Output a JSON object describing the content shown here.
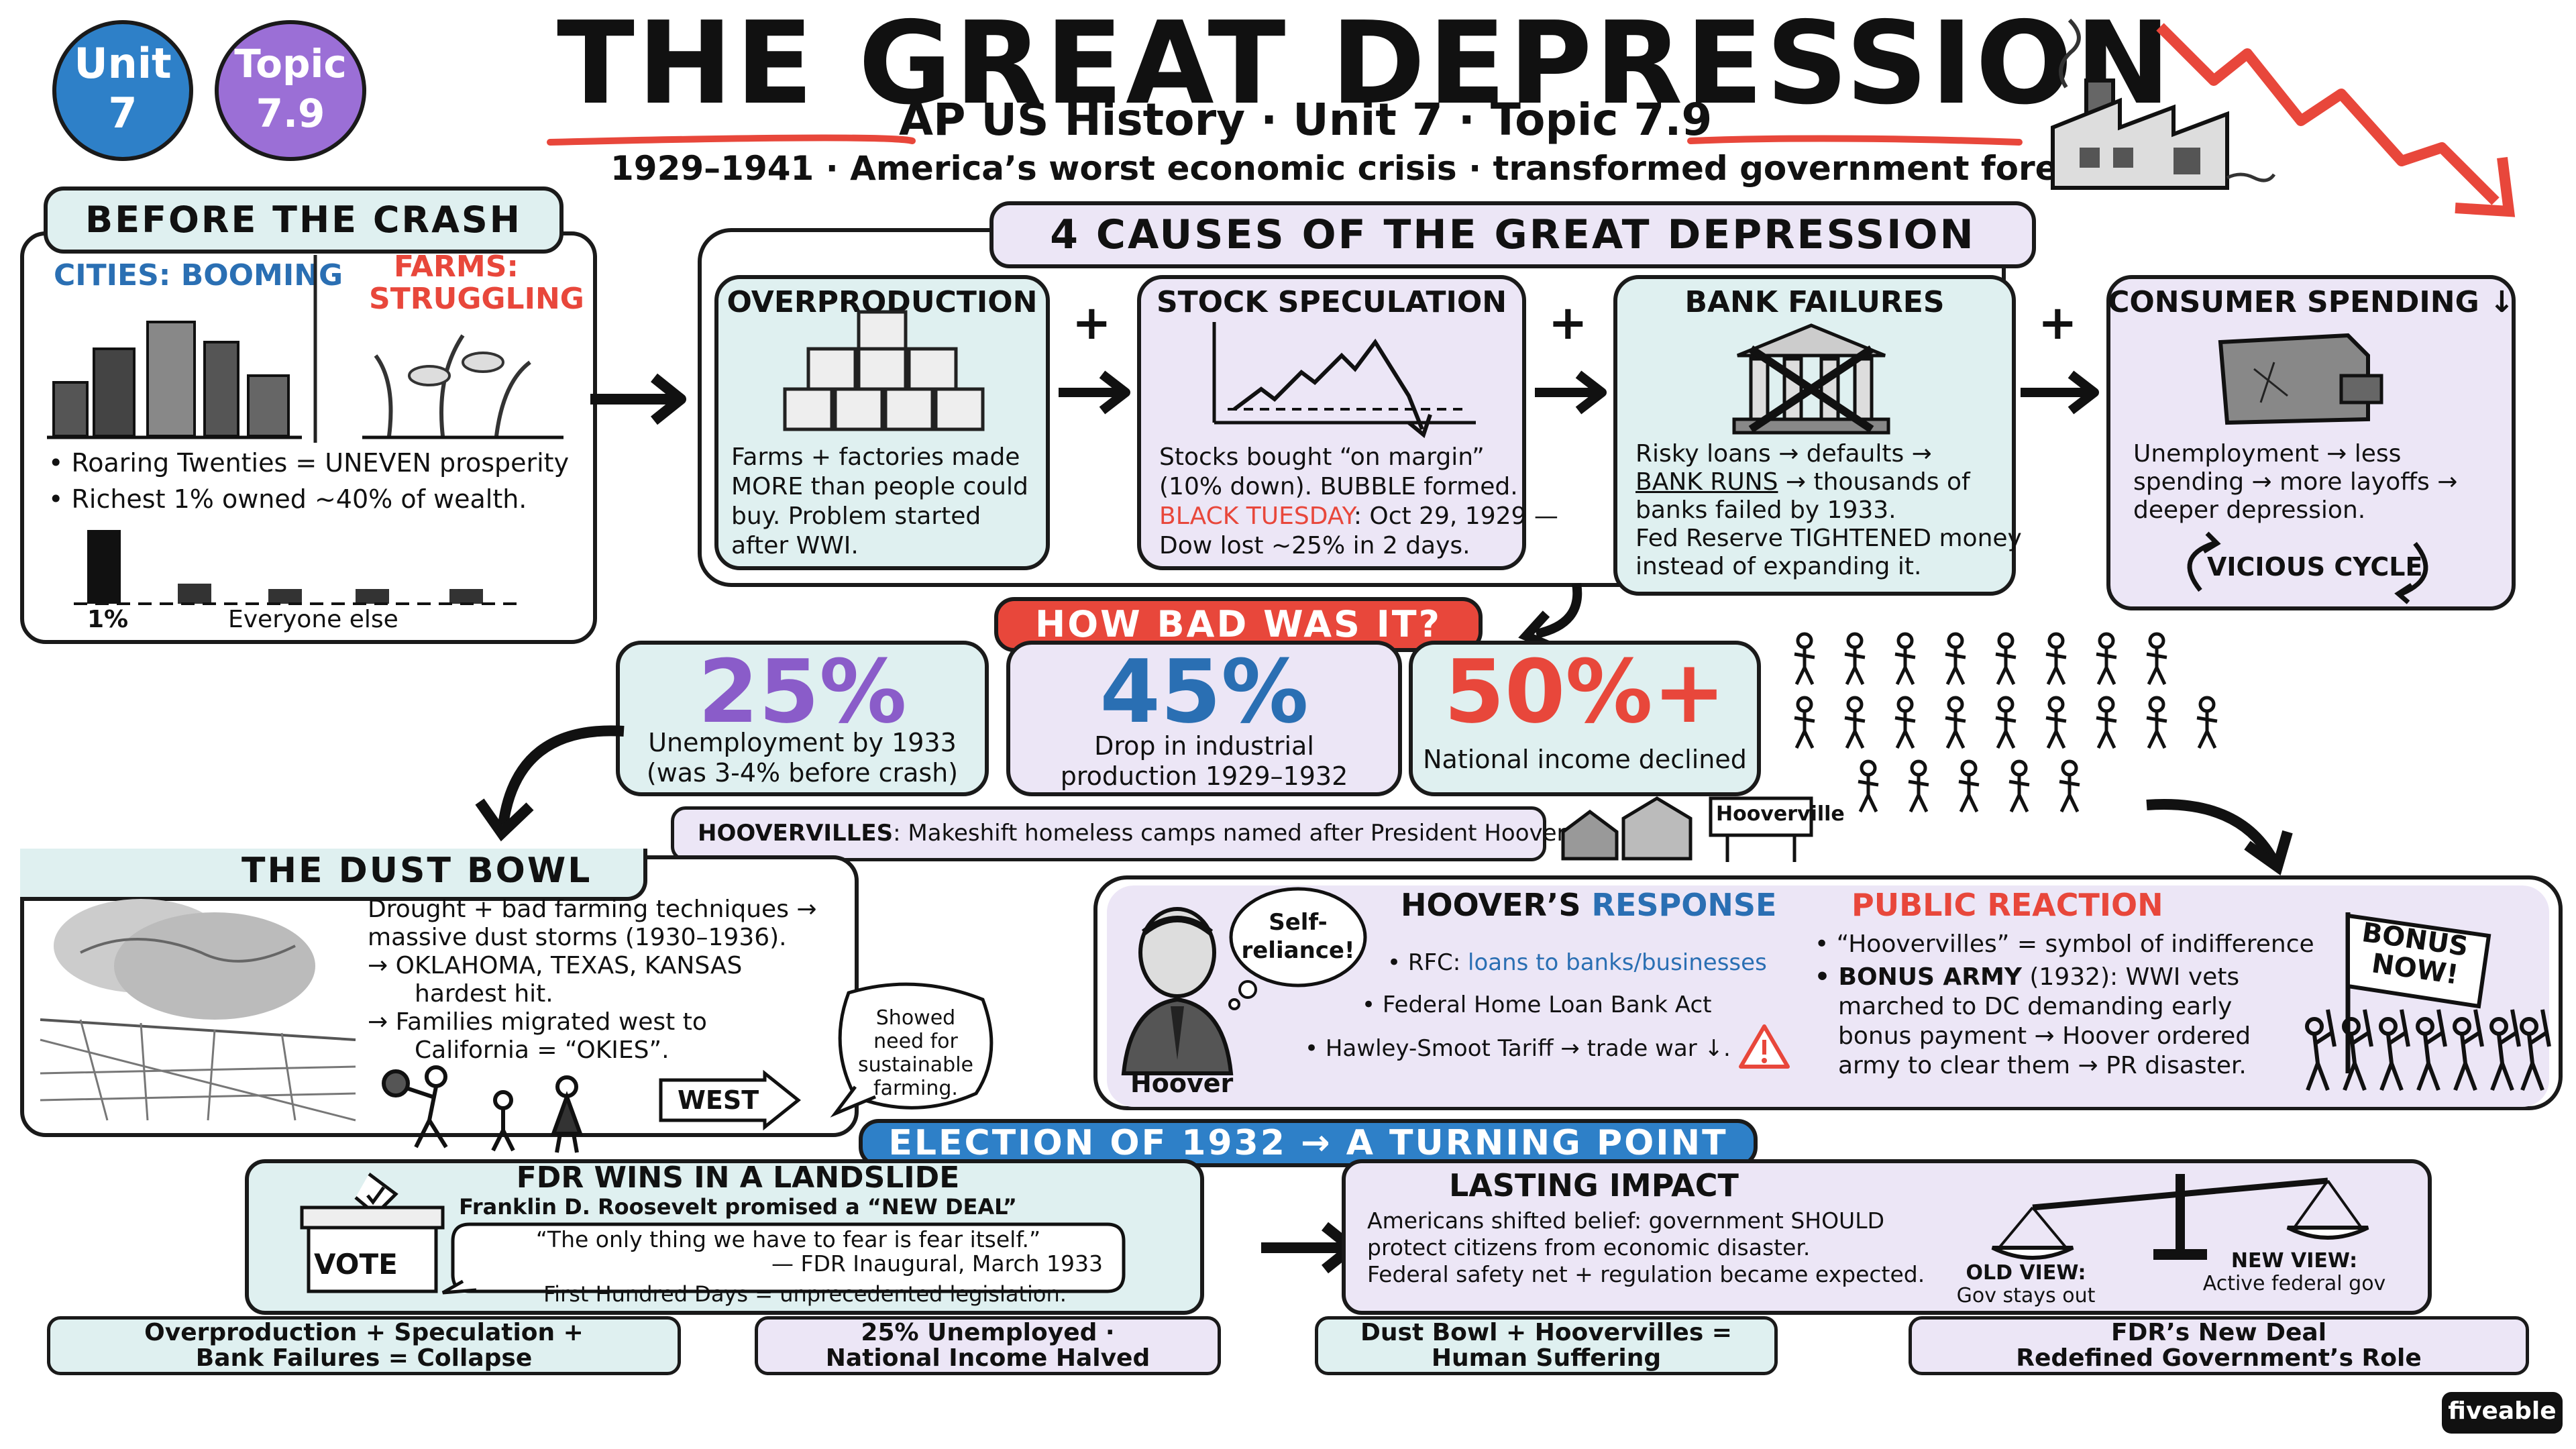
{
  "badges": {
    "unit": "Unit 7",
    "topic": "Topic 7.9"
  },
  "title": "THE GREAT DEPRESSION",
  "subtitle": "AP US History · Unit 7 · Topic 7.9",
  "tagline": "1929–1941 · America’s worst economic crisis · transformed government forever.",
  "before": {
    "header": "BEFORE THE CRASH",
    "cities_label": "CITIES: BOOMING",
    "farms_label_1": "FARMS:",
    "farms_label_2": "STRUGGLING",
    "bullet_1": "• Roaring Twenties = UNEVEN prosperity",
    "bullet_2": "• Richest 1% owned ~40% of wealth.",
    "bar_label_1": "1%",
    "bar_label_2": "Everyone else"
  },
  "causes": {
    "header": "4 CAUSES OF THE GREAT DEPRESSION",
    "plus": "+",
    "overproduction": {
      "title": "OVERPRODUCTION",
      "lines": [
        "Farms + factories made",
        "MORE than people could",
        "buy. Problem started",
        "after WWI."
      ]
    },
    "speculation": {
      "title": "STOCK SPECULATION",
      "line1": "Stocks bought “on margin”",
      "line2": "(10% down). BUBBLE formed.",
      "black_tuesday": "BLACK TUESDAY",
      "line3_rest": ": Oct 29, 1929 —",
      "line4": "Dow lost ~25% in 2 days."
    },
    "banks": {
      "title": "BANK FAILURES",
      "line1": "Risky loans → defaults →",
      "bank_runs": "BANK RUNS",
      "line2_rest": " → thousands of",
      "line3": "banks failed by 1933.",
      "line4": "Fed Reserve TIGHTENED money",
      "line5": "instead of expanding it."
    },
    "consumer": {
      "title": "CONSUMER SPENDING ↓",
      "lines": [
        "Unemployment → less",
        "spending → more layoffs →",
        "deeper depression."
      ],
      "cycle": "VICIOUS CYCLE"
    }
  },
  "how_bad": {
    "header": "HOW BAD WAS IT?",
    "stat1": {
      "value": "25%",
      "lines": [
        "Unemployment by 1933",
        "(was 3-4% before crash)"
      ]
    },
    "stat2": {
      "value": "45%",
      "lines": [
        "Drop in industrial",
        "production 1929–1932"
      ]
    },
    "stat3": {
      "value": "50%+",
      "lines": [
        "National income declined"
      ]
    },
    "hoovervilles_term": "HOOVERVILLES",
    "hoovervilles_rest": ": Makeshift homeless camps named after President Hoover.",
    "sign": "Hooverville"
  },
  "dust_bowl": {
    "header": "THE DUST BOWL",
    "lines": [
      "Drought + bad farming techniques →",
      "massive dust storms (1930–1936).",
      "→ OKLAHOMA, TEXAS, KANSAS",
      "hardest hit.",
      "→ Families migrated west to",
      "California = “OKIES”."
    ],
    "bubble": [
      "Showed",
      "need for",
      "sustainable",
      "farming."
    ],
    "west_sign": "WEST"
  },
  "hoover": {
    "header_1": "HOOVER’S",
    "header_2": "RESPONSE",
    "thought_1": "Self-",
    "thought_2": "reliance!",
    "bullet1_a": "• RFC: ",
    "bullet1_b": "loans to banks/businesses",
    "bullet2": "• Federal Home Loan Bank Act",
    "bullet3": "• Hawley-Smoot Tariff → trade war ↓.",
    "portrait_label": "Hoover",
    "reaction_header": "PUBLIC REACTION",
    "reaction_1": "• “Hoovervilles” = symbol of indifference",
    "reaction_2a": "• BONUS ARMY",
    "reaction_2b": " (1932): WWI vets",
    "reaction_3": "marched to DC demanding early",
    "reaction_4": "bonus payment → Hoover ordered",
    "reaction_5": "army to clear them → PR disaster.",
    "flag_1": "BONUS",
    "flag_2": "NOW!"
  },
  "election": {
    "header": "ELECTION OF 1932 → A TURNING POINT",
    "fdr_title": "FDR WINS IN A LANDSLIDE",
    "fdr_sub": "Franklin D. Roosevelt promised a “NEW DEAL”",
    "quote": "“The only thing we have to fear is fear itself.”",
    "quote_attr": "— FDR Inaugural, March 1933",
    "hundred_days": "First Hundred Days = unprecedented legislation.",
    "vote": "VOTE"
  },
  "impact": {
    "title": "LASTING IMPACT",
    "lines": [
      "Americans shifted belief: government SHOULD",
      "protect citizens from economic disaster.",
      "Federal safety net + regulation became expected."
    ],
    "old_view_1": "OLD VIEW:",
    "old_view_2": "Gov stays out",
    "new_view_1": "NEW VIEW:",
    "new_view_2": "Active federal gov"
  },
  "summary": [
    {
      "line1": "Overproduction + Speculation +",
      "line2": "Bank Failures = Collapse"
    },
    {
      "line1": "25% Unemployed ·",
      "line2": "National Income Halved"
    },
    {
      "line1": "Dust Bowl + Hoovervilles =",
      "line2": "Human Suffering"
    },
    {
      "line1": "FDR’s New Deal",
      "line2": "Redefined Government’s Role"
    }
  ],
  "brand": "fiveable",
  "colors": {
    "teal": "#dff0f0",
    "lavender": "#ece6f6",
    "red": "#e8473b",
    "blue": "#2a6fb3",
    "purple": "#8a5cc9"
  }
}
